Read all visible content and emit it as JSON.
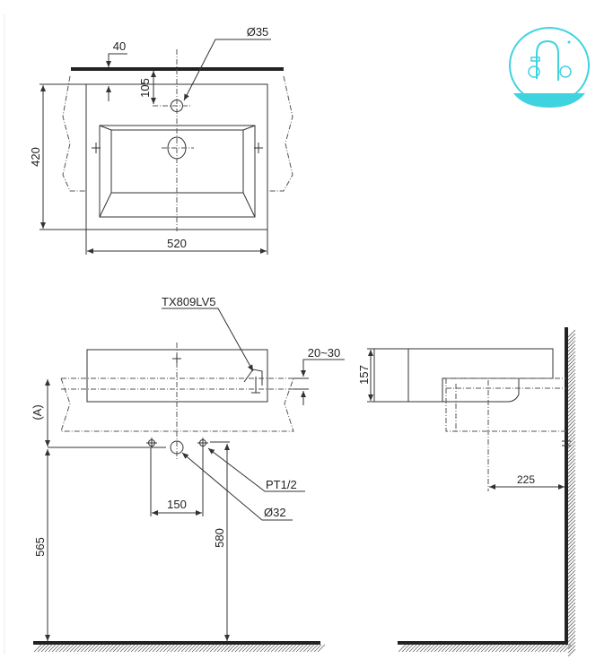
{
  "top_view": {
    "dim_countertop_offset": "40",
    "dim_faucet_hole_diameter": "Ø35",
    "dim_faucet_hole_offset": "105",
    "dim_depth": "420",
    "dim_width": "520"
  },
  "front_view": {
    "faucet_model": "TX809LV5",
    "dim_counter_thickness": "20~30",
    "dim_height_label": "(A)",
    "dim_supply_spacing": "150",
    "supply_thread": "PT1/2",
    "drain_diameter": "Ø32",
    "dim_drain_height": "565",
    "dim_supply_height": "580"
  },
  "side_view": {
    "dim_sink_height": "157",
    "dim_wall_to_drain": "225"
  },
  "logo": {
    "icon": "faucet-logo-icon",
    "color": "#3fd3e0"
  }
}
